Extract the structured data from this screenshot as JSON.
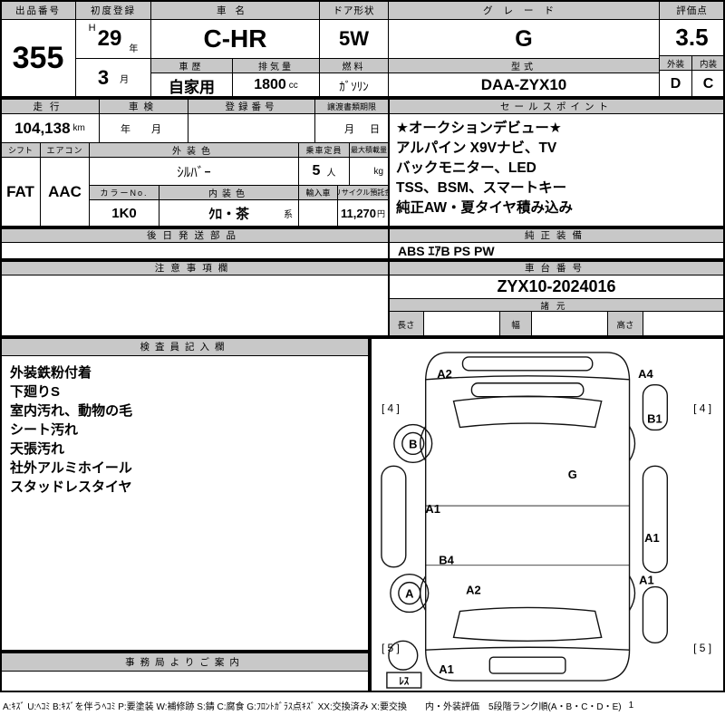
{
  "top": {
    "auction_no_label": "出品番号",
    "auction_no": "355",
    "first_reg_label": "初度登録",
    "era": "H",
    "reg_year": "29",
    "year_unit": "年",
    "reg_month": "3",
    "month_unit": "月",
    "car_name_label": "車名",
    "car_name": "C-HR",
    "history_label": "車歴",
    "history": "自家用",
    "displacement_label": "排気量",
    "displacement": "1800",
    "displacement_unit": "cc",
    "door_label": "ドア形状",
    "door": "5W",
    "fuel_label": "燃料",
    "fuel": "ｶﾞｿﾘﾝ",
    "grade_label": "グレード",
    "grade": "G",
    "model_label": "型式",
    "model": "DAA-ZYX10",
    "score_label": "評価点",
    "score": "3.5",
    "exterior_label": "外装",
    "exterior_score": "D",
    "interior_label": "内装",
    "interior_score": "C"
  },
  "info": {
    "mileage_label": "走行",
    "mileage": "104,138",
    "mileage_unit": "km",
    "shaken_label": "車検",
    "shaken_value": "年　月",
    "reg_no_label": "登録番号",
    "transfer_label": "譲渡書類期限",
    "transfer_value": "月　日",
    "shift_label": "シフト",
    "shift": "FAT",
    "aircon_label": "エアコン",
    "aircon": "AAC",
    "ext_color_label": "外装色",
    "ext_color": "ｼﾙﾊﾞｰ",
    "capacity_label": "乗車定員",
    "capacity": "5",
    "capacity_unit": "人",
    "max_load_label": "最大積載量",
    "max_load_unit": "kg",
    "color_no_label": "カラーNo.",
    "color_no": "1K0",
    "int_color_label": "内装色",
    "int_color": "ｸﾛ・茶",
    "int_color_suffix": "系",
    "import_label": "輸入車",
    "recycle_label": "リサイクル預託金",
    "recycle_value": "11,270",
    "recycle_unit": "円"
  },
  "sales": {
    "label": "セールスポイント",
    "lines": [
      "★オークションデビュー★",
      "アルパイン X9Vナビ、TV",
      "バックモニター、LED",
      "TSS、BSM、スマートキー",
      "純正AW・夏タイヤ積み込み"
    ]
  },
  "parts": {
    "label": "後日発送部品"
  },
  "equipment": {
    "label": "純正装備",
    "value": "ABS ｴｱB PS PW"
  },
  "notes": {
    "label": "注意事項欄"
  },
  "chassis": {
    "label": "車台番号",
    "value": "ZYX10-2024016"
  },
  "specs": {
    "label": "諸元",
    "length_label": "長さ",
    "width_label": "幅",
    "height_label": "高さ"
  },
  "inspector": {
    "label": "検査員記入欄",
    "lines": [
      "外装鉄粉付着",
      "下廻りS",
      "室内汚れ、動物の毛",
      "シート汚れ",
      "天張汚れ",
      "社外アルミホイール",
      "スタッドレスタイヤ"
    ]
  },
  "office": {
    "label": "事務局よりご案内"
  },
  "diagram": {
    "labels": [
      "A2",
      "A4",
      "[ 4 ]",
      "[ 4 ]",
      "B1",
      "B",
      "G",
      "A1",
      "A1",
      "B4",
      "A2",
      "A",
      "A1",
      "[ 5 ]",
      "[ 5 ]",
      "A1",
      "ﾚｽ"
    ]
  },
  "legend": {
    "text": "A:ｷｽﾞ U:ﾍｺﾐ B:ｷｽﾞを伴うﾍｺﾐ P:要塗装 W:補修跡 S:錆 C:腐食 G:ﾌﾛﾝﾄｶﾞﾗｽ点ｷｽﾞ XX:交換済み X:要交換　　内・外装評価　5段階ランク順(A・B・C・D・E)",
    "page": "1"
  }
}
